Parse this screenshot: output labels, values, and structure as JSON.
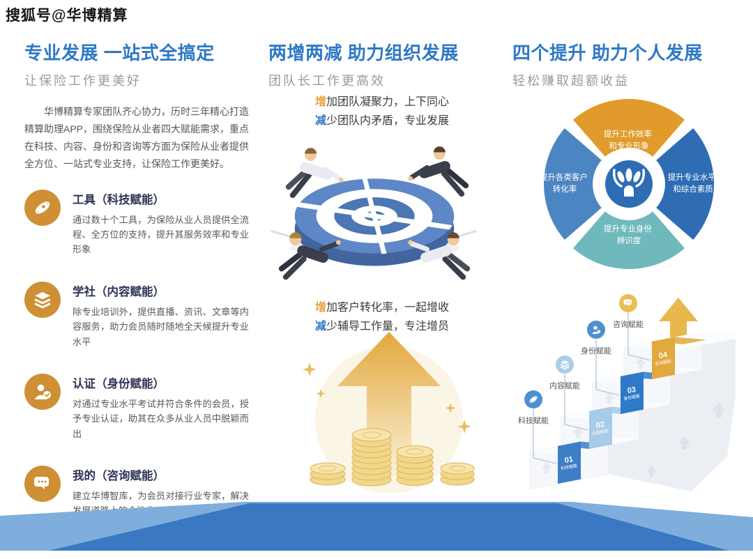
{
  "watermark": "搜狐号@华博精算",
  "colors": {
    "title_blue": "#2E79C6",
    "accent_orange": "#E8A23C",
    "accent_blue": "#2E79C6",
    "feature_icon_orange": "#CE8F35",
    "wave_dark": "#3A79C2",
    "wave_light": "#7FAEDC"
  },
  "left": {
    "title": "专业发展 一站式全搞定",
    "subtitle": "让保险工作更美好",
    "intro": "华博精算专家团队齐心协力，历时三年精心打造精算助理APP，围绕保险从业者四大赋能需求，重点在科技、内容、身份和咨询等方面为保险从业者提供全方位、一站式专业支持，让保险工作更美好。",
    "features": [
      {
        "icon": "atom-icon",
        "title": "工具（科技赋能）",
        "desc": "通过数十个工具，为保险从业人员提供全流程、全方位的支持，提升其服务效率和专业形象"
      },
      {
        "icon": "layers-icon",
        "title": "学社（内容赋能）",
        "desc": "除专业培训外，提供直播、资讯、文章等内容服务，助力会员随时随地全天候提升专业水平"
      },
      {
        "icon": "user-check-icon",
        "title": "认证（身份赋能）",
        "desc": "对通过专业水平考试并符合条件的会员，授予专业认证，助其在众多从业人员中脱颖而出"
      },
      {
        "icon": "chat-icon",
        "title": "我的（咨询赋能）",
        "desc": "建立华博智库，为会员对接行业专家，解决发展道路上的个性化、定制化问题"
      }
    ]
  },
  "middle": {
    "title": "两增两减 助力组织发展",
    "subtitle": "团队长工作更高效",
    "points_top": [
      {
        "accent": "增",
        "rest": "加团队凝聚力，上下同心"
      },
      {
        "accent": "减",
        "rest": "少团队内矛盾，专业发展"
      }
    ],
    "points_bottom": [
      {
        "accent": "增",
        "rest": "加客户转化率，一起增收"
      },
      {
        "accent": "减",
        "rest": "少辅导工作量，专注增员"
      }
    ],
    "illustrations": [
      "four-people-pushing-target-chart",
      "golden-arrow-with-coin-stacks"
    ]
  },
  "right": {
    "title": "四个提升 助力个人发展",
    "subtitle": "轻松赚取超额收益",
    "circle": {
      "center_logo": "huabo-lotus-logo",
      "segments": [
        {
          "position": "top",
          "color": "#E09B2B",
          "line1": "提升工作效率",
          "line2": "和专业形象"
        },
        {
          "position": "right",
          "color": "#2E6CB4",
          "line1": "提升专业水平",
          "line2": "和综合素质"
        },
        {
          "position": "bottom",
          "color": "#6FB9BC",
          "line1": "提升专业身份",
          "line2": "辨识度"
        },
        {
          "position": "left",
          "color": "#4C86C2",
          "line1": "提升各类客户",
          "line2": "转化率"
        }
      ]
    },
    "stairs": {
      "steps": [
        {
          "num": "01",
          "label": "科技赋能",
          "color": "#3D7EC6",
          "icon": "atom-icon"
        },
        {
          "num": "02",
          "label": "内容赋能",
          "color": "#A6CCE9",
          "icon": "layers-icon"
        },
        {
          "num": "03",
          "label": "身份赋能",
          "color": "#2E79C8",
          "icon": "user-check-icon"
        },
        {
          "num": "04",
          "label": "咨询赋能",
          "color": "#E2A93F",
          "icon": "chat-icon"
        }
      ]
    }
  }
}
